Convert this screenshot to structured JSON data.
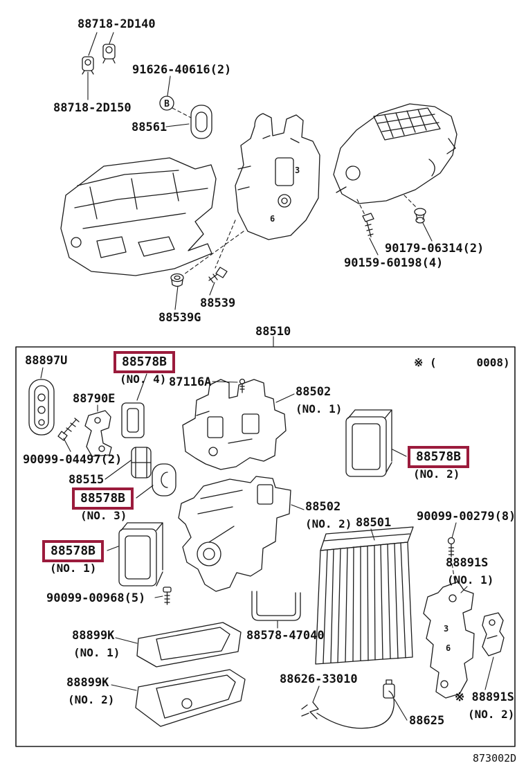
{
  "meta": {
    "diagram_code": "873002D",
    "footnote": "※ (      0008)"
  },
  "colors": {
    "highlight_border": "#9b1b3c",
    "line": "#1a1a1a",
    "text": "#111111",
    "background": "#ffffff"
  },
  "top_section": {
    "clamp_upper": "88718-2D140",
    "screw_b": "91626-40616(2)",
    "marker_b": "B",
    "clamp_lower": "88718-2D150",
    "gasket": "88561",
    "screw_set_right": "90179-06314(2)",
    "screw_set_left": "90159-60198(4)",
    "plug": "88539",
    "grommet": "88539G",
    "cooler_unit": "88510"
  },
  "box_section": {
    "plate": "88897U",
    "packing_no4": {
      "part": "88578B",
      "no": "(NO. 4)"
    },
    "small_screw": "87116A",
    "case_no1": {
      "part": "88502",
      "no": "(NO. 1)"
    },
    "servo_bracket": "88790E",
    "screw_04497": "90099-04497(2)",
    "holder": "88515",
    "packing_no3": {
      "part": "88578B",
      "no": "(NO. 3)"
    },
    "packing_no2": {
      "part": "88578B",
      "no": "(NO. 2)"
    },
    "case_no2": {
      "part": "88502",
      "no": "(NO. 2)"
    },
    "evaporator": "88501",
    "screw_00279": "90099-00279(8)",
    "packing_no1": {
      "part": "88578B",
      "no": "(NO. 1)"
    },
    "bracket_no1": {
      "part": "88891S",
      "no": "(NO. 1)"
    },
    "screw_00968": "90099-00968(5)",
    "drain_channel": "88578-47040",
    "tray_no1": {
      "part": "88899K",
      "no": "(NO. 1)"
    },
    "tray_no2": {
      "part": "88899K",
      "no": "(NO. 2)"
    },
    "thermistor": "88626-33010",
    "wire": "88625",
    "bracket_no2": {
      "part": "※ 88891S",
      "no": "(NO. 2)"
    }
  },
  "molded_glyphs": {
    "three": "3",
    "six": "6"
  }
}
